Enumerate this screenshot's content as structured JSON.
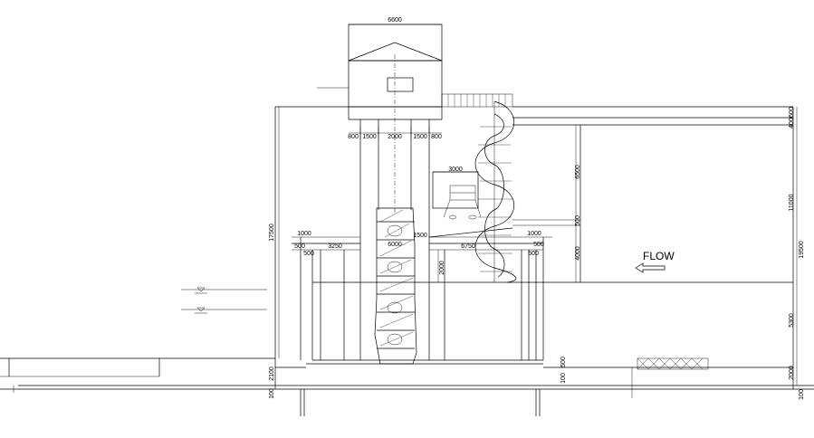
{
  "drawing": {
    "flow_label": "FLOW",
    "top_dims": {
      "house_width": "6600",
      "seg_800_left": "800",
      "seg_1500_left": "1500",
      "seg_2000": "2000",
      "seg_1500_right": "1500",
      "seg_800_right": "800",
      "platform_width": "3000"
    },
    "mid_dims": {
      "left_1000": "1000",
      "left_500": "500",
      "left_3250": "3250",
      "left_500_low": "500",
      "center_1500": "1500",
      "center_6000": "6000",
      "right_6750": "6750",
      "right_1000": "1000",
      "right_500": "500",
      "right_500_low": "500",
      "pier_2000": "2000"
    },
    "vertical_dims": {
      "left_17500": "17500",
      "left_2100": "2100",
      "left_100": "100",
      "right_6500": "6500",
      "right_500": "500",
      "right_4000": "4000",
      "far_11000": "11000",
      "far_19500": "19500",
      "far_400": "400",
      "far_600": "600",
      "far_5300": "5300",
      "far_2000": "2000",
      "far_100": "100",
      "bottom_100": "100",
      "bottom_500": "500"
    }
  }
}
